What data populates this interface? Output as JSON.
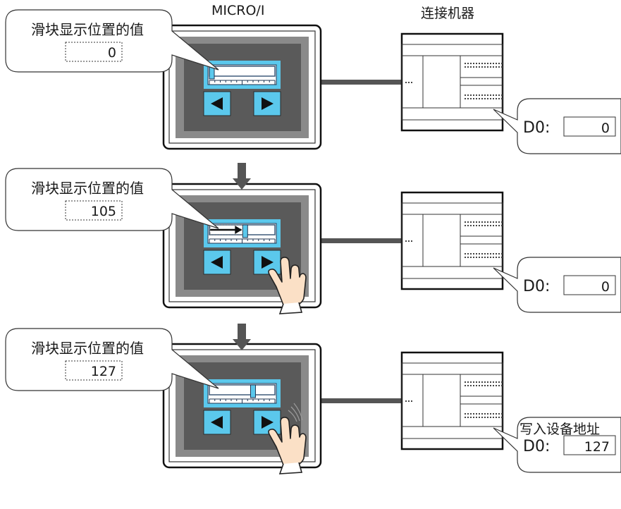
{
  "header": {
    "micro_label": "MICRO/I",
    "device_label": "连接机器"
  },
  "write_label": "写入设备地址",
  "panels": [
    {
      "callout_title": "滑块显示位置的值",
      "callout_value": "0",
      "device_reg_label": "D0:",
      "device_value": "0",
      "slider_position": 0,
      "gesture": "none"
    },
    {
      "callout_title": "滑块显示位置的值",
      "callout_value": "105",
      "device_reg_label": "D0:",
      "device_value": "0",
      "slider_position": 0.55,
      "gesture": "press"
    },
    {
      "callout_title": "滑块显示位置的值",
      "callout_value": "127",
      "device_reg_label": "D0:",
      "device_value": "127",
      "slider_position": 0.68,
      "gesture": "release"
    }
  ],
  "colors": {
    "screen_bg": "#5a5a5a",
    "button_blue": "#5bc8ec",
    "slider_bar": "#3f5b7a",
    "slider_knob": "#5bc8ec",
    "cable": "#555555",
    "arrow": "#555555",
    "hand_fill": "#fbe0c6"
  },
  "icons": {
    "left_button": "left-triangle-icon",
    "right_button": "right-triangle-icon",
    "down_arrow": "down-arrow-icon",
    "hand": "pointing-hand-icon"
  }
}
